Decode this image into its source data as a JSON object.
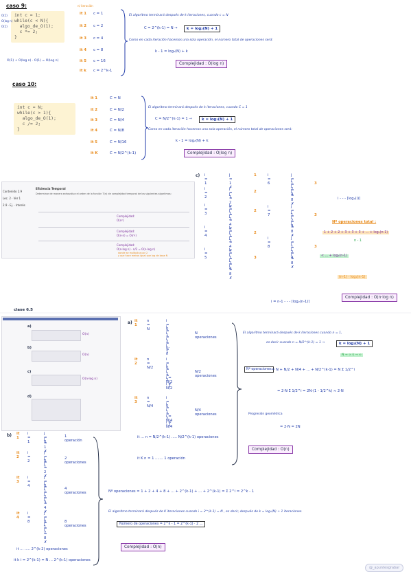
{
  "case9": {
    "title": "caso 9:",
    "code": "int c = 1;\nwhile(c < N){\n  algo_de_O(1);\n  c *= 2;\n}",
    "side_labels": [
      "O(1)",
      "O(log n)",
      "O(1)"
    ],
    "bottom_note": "O(1) + O(log n) · O(1) = O(log n)",
    "iter_header": "n/ iteración",
    "iters": [
      {
        "it": "it 1",
        "val": "c = 1"
      },
      {
        "it": "it 2",
        "val": "c = 2"
      },
      {
        "it": "it 3",
        "val": "c = 4"
      },
      {
        "it": "it 4",
        "val": "c = 8"
      },
      {
        "it": "it 5",
        "val": "c = 16"
      },
      {
        "it": "it k",
        "val": "c = 2^k-1"
      }
    ],
    "text1": "El algoritmo terminará después de k iteraciones, cuando c = N",
    "formula": "C = 2^(k-1) = N  →",
    "formula_box": "k = log₂(N) + 1",
    "text2": "Como en cada iteración hacemos una sola operación, el número total de operaciones será:",
    "formula2": "k - 1 = log₂(N) + k",
    "result": "Complejidad : O(log n)"
  },
  "case10": {
    "title": "caso 10:",
    "code": "int c = N;\nwhile(c > 1){\n  algo_de_O(1);\n  c /= 2;\n}",
    "iters": [
      {
        "it": "it 1",
        "val": "C = N"
      },
      {
        "it": "it 2",
        "val": "C = N/2"
      },
      {
        "it": "it 3",
        "val": "C = N/4"
      },
      {
        "it": "it 4",
        "val": "C = N/8"
      },
      {
        "it": "it 5",
        "val": "C = N/16"
      },
      {
        "it": "it K",
        "val": "C = N/2^(k-1)"
      }
    ],
    "text1": "El algoritmo terminará después de k iteraciones, cuando C = 1",
    "formula": "C = N/2^(k-1) = 1  →",
    "formula_box": "k = log₂(N) + 1",
    "text2": "Como en cada iteración hacemos una sola operación, el número total de operaciones será:",
    "formula2": "k - 1 = log₂(N) + k",
    "result": "Complejidad : O(log n)"
  },
  "slide1": {
    "sidebar": [
      "Contenido 2.9",
      "Lec. 2 · Ver 1",
      "2.9 · Ej. · Interés"
    ],
    "heading": "Eficiencia Temporal",
    "subtitle": "Determinar de manera exhaustiva el orden de la función T(n) de complejidad temporal de los siguientes algoritmos:",
    "rows": [
      {
        "label": "Complejidad:",
        "value": "O(n²)"
      },
      {
        "label": "Complejidad:",
        "value": "O(n·n) = O(n²)"
      },
      {
        "label": "Complejidad:",
        "value": "O(n·log n) · n/2 = O(n·log n)"
      }
    ],
    "note1": "donde se multiplica por 2",
    "note2": "y que hace menos igual que log de base N"
  },
  "case_c": {
    "letter": "c)",
    "col1": [
      {
        "i": "i = 1",
        "js": [
          "j = 1 ✗"
        ],
        "ops": "1"
      },
      {
        "i": "i = 2",
        "js": [
          "j = 1",
          "j = 2 ✗"
        ],
        "ops": "2"
      },
      {
        "i": "i = 3",
        "js": [
          "j = 1",
          "j = 2",
          "j = 4 ✗"
        ],
        "ops": "2"
      },
      {
        "i": "i = 4",
        "js": [
          "j = 1",
          "j = 2",
          "j = 4 ✗"
        ],
        "ops": "2"
      },
      {
        "i": "i = 5",
        "js": [
          "j = 1",
          "j = 2",
          "j = 4",
          "j = 8 ✗"
        ],
        "ops": "3"
      }
    ],
    "col2": [
      {
        "i": "i = 6",
        "js": [
          "j = 1",
          "j = 2",
          "j = 4",
          "j = 8 ✗"
        ],
        "ops": "3"
      },
      {
        "i": "i = 7",
        "js": [
          "j = 1",
          "j = 2",
          "j = 4",
          "j = 8 ✗"
        ],
        "ops": "3"
      },
      {
        "i": "i = 8",
        "js": [
          "j = 1",
          "j = 2",
          "j = 4",
          "j = 8 ✗"
        ],
        "ops": "3"
      }
    ],
    "last": "i = n-1  - - -  ⌈log₂(n-1)⌉",
    "ilog": "i - - - ⌈log₂(i)⌉",
    "ops_title": "Nº operaciones total :",
    "ops_formula": "1 + 2 + 2 + 3 + 3 + 3 + ... + log₂(n-1)",
    "ops_nm1": "n - 1",
    "ops_ineq1": "< ... + log₂(n-1)",
    "ops_result": "(n-1) · log₂(n-1)",
    "result": "Complejidad : O(n·log n)"
  },
  "clase65": {
    "title": "clase 6.5",
    "panel_labels": [
      "a)",
      "b)",
      "c)",
      "d)"
    ],
    "panel_values": [
      "O(n)",
      "O(n)",
      "O(n·log n)",
      ""
    ]
  },
  "case_a": {
    "letter": "a)",
    "rows": [
      {
        "it": "it 1",
        "n": "n = N",
        "js": [
          "i = 0",
          "i = 1",
          "i = 2",
          "i = n-1",
          "i = n"
        ],
        "ops": "N  operaciones"
      },
      {
        "it": "it 2",
        "n": "n = N/2",
        "js": [
          "i = 0",
          "i = 1",
          "i = 2",
          "i = N/2 - 1",
          "i = N/2"
        ],
        "ops": "N/2  operaciones"
      },
      {
        "it": "it 3",
        "n": "n = N/4",
        "js": [
          "i = 0",
          "i = 1",
          "i = 2",
          "i = N/4 - 1",
          "i = N/4"
        ],
        "ops": "N/4  operaciones"
      }
    ],
    "dots": "it ...  n = N/2^(k-1)  .....  N/2^(k-1)  operaciones",
    "last": "it K  n = 1  .......  1  operación",
    "text1": "El algoritmo terminará después de k iteraciones cuando n = 1,",
    "text1b": "es decir cuando   n = N/2^(k-1) = 1  →",
    "text1_box": "k = log₂(N) + 1",
    "limit": "N → ∞  k → ∞",
    "ops_label": "Nº operaciones",
    "ops_formula": "= N + N/2 + N/4 + ... + N/2^(k-1) = N Σ 1/2^i",
    "eq2": "= 2·N·Σ 1/2^i = 2N·(1 - 1/2^k) ≈ 2·N",
    "eq3": "= 2·N = 2N",
    "progression": "Progresión geométrica",
    "result": "Complejidad : O(n)"
  },
  "case_b": {
    "letter": "b)",
    "rows": [
      {
        "it": "it 1",
        "i": "i = 1",
        "js": [
          "j = 0",
          "j = 1 ✗"
        ],
        "ops": "1 operación"
      },
      {
        "it": "it 2",
        "i": "i = 2",
        "js": [
          "j = 0",
          "j = 1",
          "j = 2 ✗"
        ],
        "ops": "2 operaciones"
      },
      {
        "it": "it 3",
        "i": "i = 4",
        "js": [
          "j = 0",
          "j = 1",
          "j = 2",
          "j = 3",
          "j = 4 ✗"
        ],
        "ops": "4 operaciones"
      },
      {
        "it": "it 4",
        "i": "i = 8",
        "js": [
          "j = 0",
          "j = 1",
          "j = 2",
          "j = 8 ✗"
        ],
        "ops": "8 operaciones"
      }
    ],
    "dots1": "it ...   .....   2^(k-2) operaciones",
    "last": "it k   i = 2^(k-1) = N   ...   2^(k-1) operaciones",
    "ops_formula": "Nº operaciones = 1 + 2 + 4 + 8 + ... + 2^(k-1) + ... + 2^(k-1) = Σ 2^i = 2^k - 1",
    "text1": "El algoritmo terminará después de K iteraciones cuando i = 2^(k-1) = N , es decir, después de k = log₂(N) + 1 iteraciones.",
    "box": "Número de operaciones = 2^k - 1 = 2^(k-1) · 2 ...",
    "result": "Complejidad : O(n)"
  },
  "watermark": "@_apuntesgrabar"
}
